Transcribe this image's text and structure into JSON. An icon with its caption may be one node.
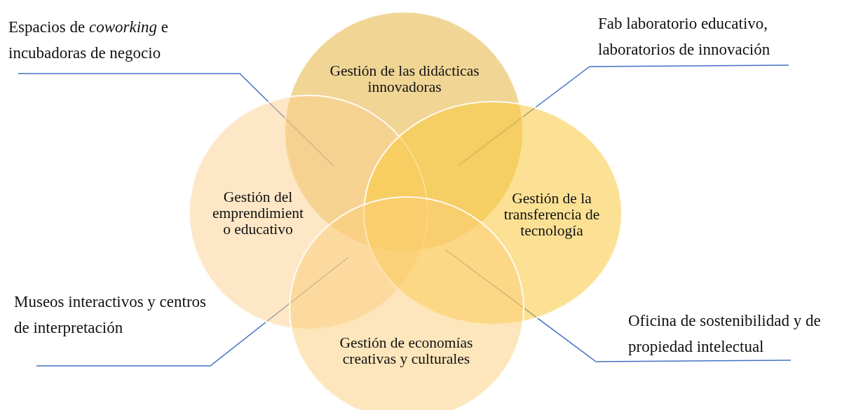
{
  "diagram": {
    "nodes": [
      {
        "text": [
          "Espacios de *coworking* e incubadoras de negocio"
        ]
      },
      {
        "text": [
          "Fab laboratorio educativo, laboratorios de innovación"
        ]
      },
      {
        "text": [
          "Gestión de las didácticas innovadoras"
        ]
      },
      {
        "text": [
          "Gestión del emprendimient o educativo"
        ]
      },
      {
        "text": [
          "Gestión de la transferencia de tecnología"
        ]
      },
      {
        "text": [
          "Museos interactivos y centros de interpretación"
        ]
      },
      {
        "text": [
          "Oficina de sostenibilidad y de propiedad intelectual"
        ]
      },
      {
        "text": [
          "Gestión de economías creativas y culturales"
        ]
      }
    ],
    "edges": [
      {
        "from": 0,
        "to": 3,
        "arrow": "none"
      },
      {
        "from": 1,
        "to": 2,
        "arrow": "none"
      },
      {
        "from": 5,
        "to": 7,
        "arrow": "none"
      },
      {
        "from": 6,
        "to": 7,
        "arrow": "none"
      }
    ]
  }
}
